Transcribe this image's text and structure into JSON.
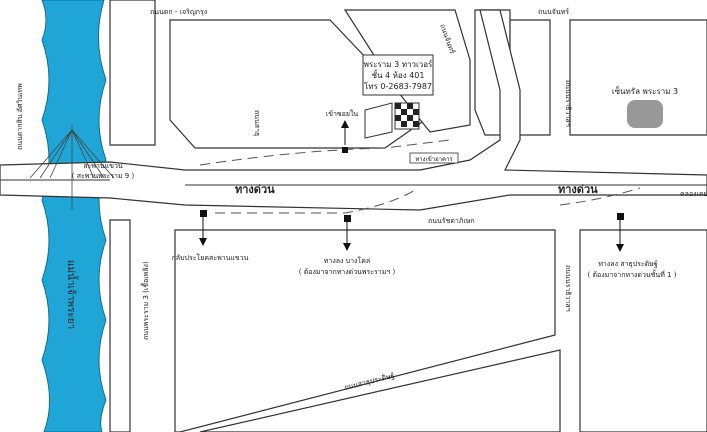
{
  "map": {
    "roads": {
      "charoen_krung": "ถนนตก - เจริญกรุง",
      "sathu_pradit_top": "ถนนจันทร์",
      "rama3_vertical": "ถนนพระราม 3 (เชื้อเพลิง)",
      "tak_sin_left": "ถนนตากสิน อัศวินเทพ",
      "sathu_pradit_bottom": "ถนนสาธุประดิษฐ์",
      "rama3_main_lower": "ถนนรัชดาภิเษก",
      "narathiwat_top": "ถนนนราธิวาสฯ",
      "narathiwat_bottom": "ถนนนราธิวาสฯ",
      "side_road_mid": "ถนนจันทร์",
      "sathu_label": "ถนนสาธุ",
      "to_khlong_toei": "คลองเตย"
    },
    "expressway": {
      "label_left": "ทางด่วน",
      "label_right": "ทางด่วน"
    },
    "river": {
      "name": "แม่น้ำเจ้าพระยา",
      "color": "#1fa6d6"
    },
    "bridge": {
      "label_line1": "สะพานแขวน",
      "label_line2": "( สะพานพระราม 9 )"
    },
    "building": {
      "line1": "พระราม 3 ทาวเวอร์",
      "line2": "ชั้น 4 ห้อง 401",
      "line3": "โทร 0-2683-7987"
    },
    "landmarks": {
      "central_rama3": "เซ็นทรัล พระราม 3",
      "entrance": "เข้าซอยใน",
      "small_gate": "ทางเข้าอาคาร"
    },
    "exits": {
      "exit1": "กลับประโยคสะพานแขวน",
      "exit2_line1": "ทางลง บางโคล่",
      "exit2_line2": "( ต้องมาจากทางด่วนพระรามฯ )",
      "exit3_line1": "ทางลง สาธุประดิษฐ์",
      "exit3_line2": "( ต้องมาจากทางด่วนชั้นที่ 1 )"
    }
  }
}
